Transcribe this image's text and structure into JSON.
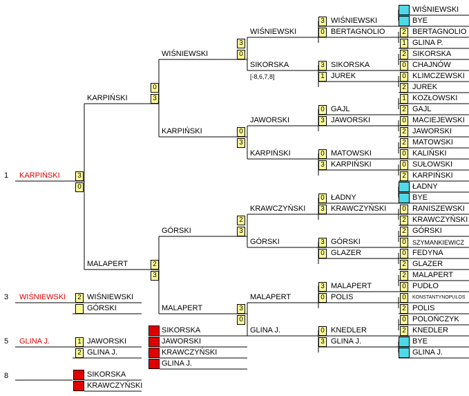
{
  "colors": {
    "score_bg": "#ffff99",
    "bye_marker": "#4ed8e8",
    "placed_marker": "#e00000",
    "placed_text": "#e00000"
  },
  "places": {
    "p1": "1",
    "p3": "3",
    "p5": "5",
    "p8": "8"
  },
  "finals": {
    "champion": "KARPIŃSKI",
    "champion_s1": "3",
    "champion_s2": "0",
    "third": "WIŚNIEWSKI",
    "third_a": "WIŚNIEWSKI",
    "third_a_score": "2",
    "third_b": "GÓRSKI",
    "third_b_score": "",
    "fifth": "GLINA J.",
    "fifth_a": "JAWORSKI",
    "fifth_a_score": "1",
    "fifth_b": "GLINA J.",
    "fifth_b_score": "2",
    "eighth_a": "SIKORSKA",
    "eighth_b": "KRAWCZYŃSKI"
  },
  "semi": {
    "top": "KARPIŃSKI",
    "top_s1": "0",
    "top_s2": "3",
    "bottom": "MALAPERT",
    "bottom_s1": "2",
    "bottom_s2": "3"
  },
  "quarter": {
    "q1": "WIŚNIEWSKI",
    "q1_s1": "3",
    "q1_s2": "0",
    "q2": "KARPIŃSKI",
    "q2_s1": "0",
    "q2_s2": "3",
    "q3": "GÓRSKI",
    "q3_s1": "2",
    "q3_s2": "3",
    "q4": "MALAPERT",
    "q4_s1": "3",
    "q4_s2": "0"
  },
  "round3": {
    "a": "WIŚNIEWSKI",
    "b": "SIKORSKA",
    "b_note": "[-8,6,7,8]",
    "c": "JAWORSKI",
    "d": "KARPIŃSKI",
    "e": "KRAWCZYŃSKI",
    "f": "GÓRSKI",
    "g": "MALAPERT",
    "h": "GLINA J."
  },
  "round2": [
    {
      "s": "3",
      "n": "WIŚNIEWSKI"
    },
    {
      "s": "0",
      "n": "BERTAGNOLIO"
    },
    {
      "s": "3",
      "n": "SIKORSKA"
    },
    {
      "s": "1",
      "n": "JUREK"
    },
    {
      "s": "0",
      "n": "GAJL"
    },
    {
      "s": "3",
      "n": "JAWORSKI"
    },
    {
      "s": "0",
      "n": "MATOWSKI"
    },
    {
      "s": "3",
      "n": "KARPIŃSKI"
    },
    {
      "s": "0",
      "n": "ŁADNY"
    },
    {
      "s": "3",
      "n": "KRAWCZYŃSKI"
    },
    {
      "s": "3",
      "n": "GÓRSKI"
    },
    {
      "s": "0",
      "n": "GLAZER"
    },
    {
      "s": "3",
      "n": "MALAPERT"
    },
    {
      "s": "0",
      "n": "POLIS"
    },
    {
      "s": "0",
      "n": "KNEDLER"
    },
    {
      "s": "3",
      "n": "GLINA J."
    }
  ],
  "round1": [
    {
      "s": "",
      "n": "WIŚNIEWSKI",
      "bye": true
    },
    {
      "s": "",
      "n": "BYE",
      "bye": true
    },
    {
      "s": "2",
      "n": "BERTAGNOLIO"
    },
    {
      "s": "1",
      "n": "GLINA P."
    },
    {
      "s": "2",
      "n": "SIKORSKA"
    },
    {
      "s": "0",
      "n": "CHAJNÓW"
    },
    {
      "s": "0",
      "n": "KLIMCZEWSKI"
    },
    {
      "s": "2",
      "n": "JUREK"
    },
    {
      "s": "1",
      "n": "KOZŁOWSKI"
    },
    {
      "s": "2",
      "n": "GAJL"
    },
    {
      "s": "0",
      "n": "MACIEJEWSKI"
    },
    {
      "s": "2",
      "n": "JAWORSKI"
    },
    {
      "s": "2",
      "n": "MATOWSKI"
    },
    {
      "s": "0",
      "n": "KALIŃSKI"
    },
    {
      "s": "0",
      "n": "SUŁOWSKI"
    },
    {
      "s": "2",
      "n": "KARPIŃSKI"
    },
    {
      "s": "",
      "n": "ŁADNY",
      "bye": true
    },
    {
      "s": "",
      "n": "BYE",
      "bye": true
    },
    {
      "s": "0",
      "n": "RANISZEWSKI"
    },
    {
      "s": "2",
      "n": "KRAWCZYŃSKI"
    },
    {
      "s": "2",
      "n": "GÓRSKI"
    },
    {
      "s": "0",
      "n": "SZYMANKIEWICZ",
      "size": "sm"
    },
    {
      "s": "0",
      "n": "FEDYNA"
    },
    {
      "s": "2",
      "n": "GLAZER"
    },
    {
      "s": "2",
      "n": "MALAPERT"
    },
    {
      "s": "0",
      "n": "PUDŁO"
    },
    {
      "s": "0",
      "n": "KONSTANTYNOPULOS",
      "size": "xs"
    },
    {
      "s": "2",
      "n": "POLIS"
    },
    {
      "s": "0",
      "n": "POLOŃCZYK"
    },
    {
      "s": "2",
      "n": "KNEDLER"
    },
    {
      "s": "",
      "n": "BYE",
      "bye": true
    },
    {
      "s": "",
      "n": "GLINA J.",
      "bye": true
    }
  ]
}
